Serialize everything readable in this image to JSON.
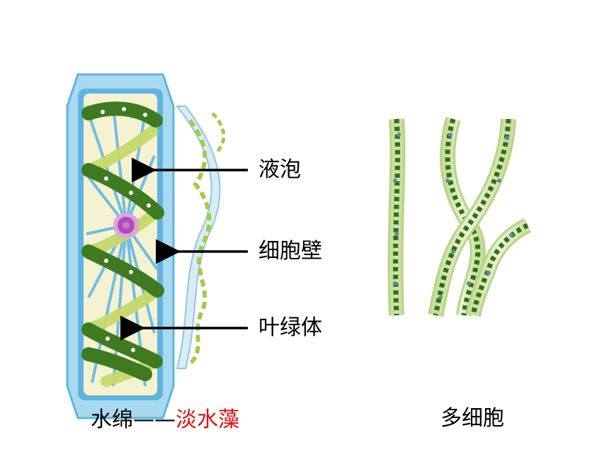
{
  "labels": {
    "vacuole": "液泡",
    "cell_wall": "细胞壁",
    "chloroplast": "叶绿体"
  },
  "caption_left": {
    "name": "水绵——",
    "type": "淡水藻"
  },
  "caption_right": "多细胞",
  "colors": {
    "cell_wall_blue": "#5fb4e0",
    "cytoplasm": "#f4f2d0",
    "chloroplast_dark": "#3e7a20",
    "chloroplast_light": "#c5d96a",
    "nucleus": "#b04db8",
    "caption_red": "#e01010"
  }
}
